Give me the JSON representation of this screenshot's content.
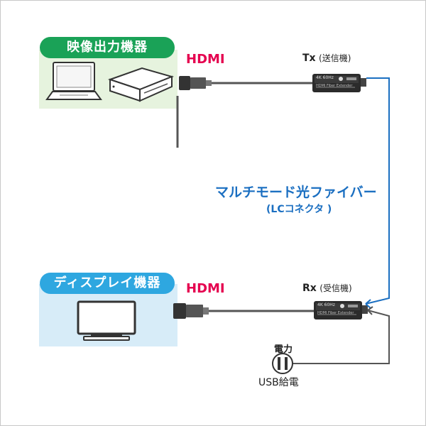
{
  "source_group": {
    "label": "映像出力機器",
    "label_color": "#1aa257",
    "bg_color": "#e6f3de",
    "devices": [
      {
        "icon": "laptop-icon"
      },
      {
        "icon": "video-player-icon"
      }
    ]
  },
  "display_group": {
    "label": "ディスプレイ機器",
    "label_color": "#2ea7e0",
    "bg_color": "#d7ecf8",
    "devices": [
      {
        "icon": "tv-monitor-icon"
      }
    ]
  },
  "hdmi_top": {
    "label": "HDMI",
    "color": "#e5004f"
  },
  "hdmi_bottom": {
    "label": "HDMI",
    "color": "#e5004f"
  },
  "tx": {
    "code": "Tx",
    "note": "(送信機)",
    "module_text": "4K 60Hz",
    "module_sub": "HDMI Fiber Extender"
  },
  "rx": {
    "code": "Rx",
    "note": "(受信機)",
    "module_text": "4K 60Hz",
    "module_sub": "HDMI Fiber Extender"
  },
  "fiber": {
    "title": "マルチモード光ファイバー",
    "subtitle": "(LCコネクタ )",
    "color": "#1b6fc1"
  },
  "power": {
    "label": "電力",
    "supply": "USB給電",
    "cable_color": "#555555"
  }
}
